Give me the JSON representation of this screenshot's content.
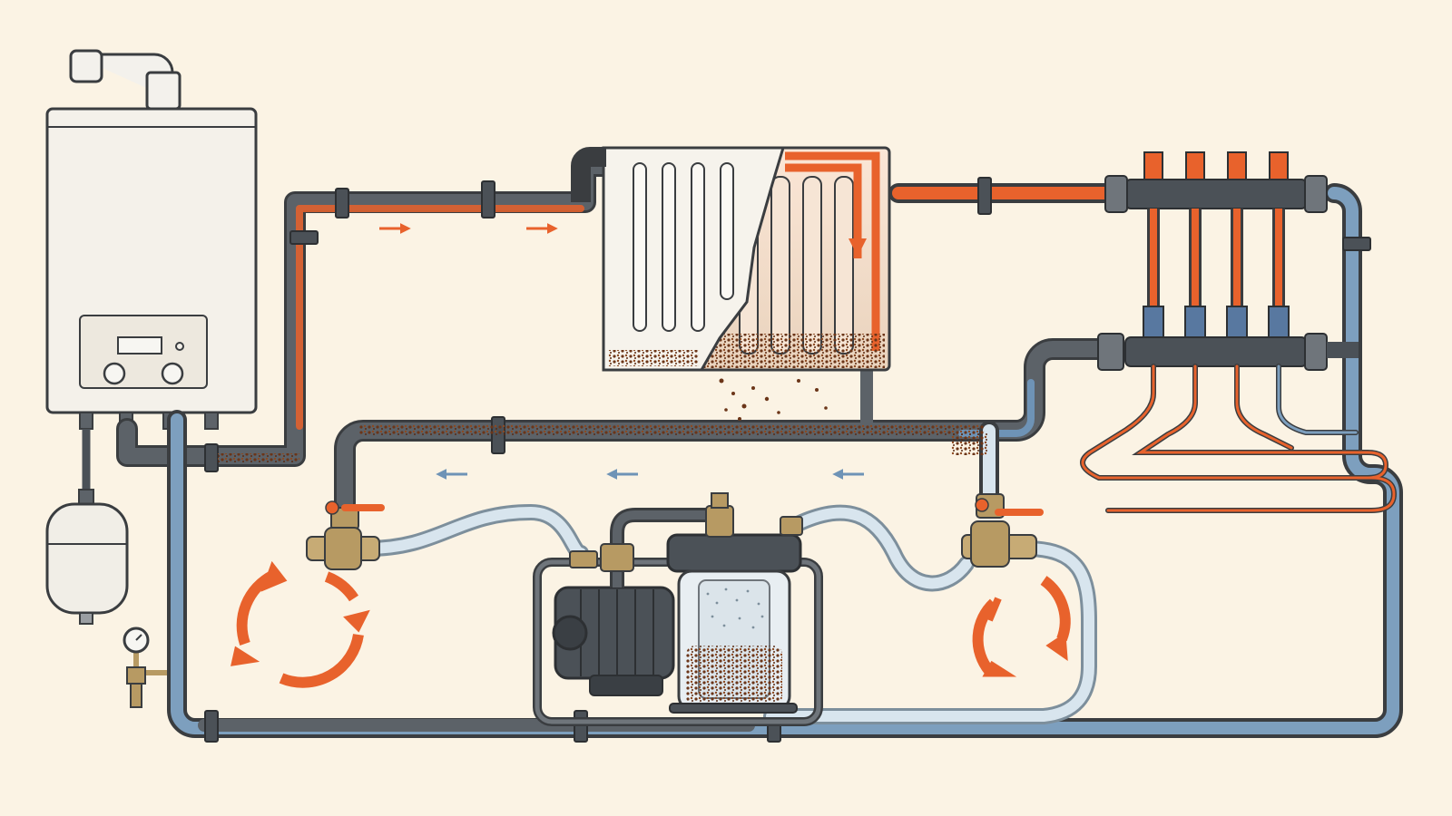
{
  "diagram": {
    "colors": {
      "background": "#fbf3e4",
      "pipe_dark": "#4b5157",
      "hot": "#e8622c",
      "cold": "#6e93b6",
      "hose": "#c9dbe8",
      "sludge": "#6b3518",
      "brass": "#b79a63",
      "appliance": "#f4f1ea",
      "outline": "#3a3d40"
    },
    "components": [
      {
        "id": "boiler",
        "icon": "wall-boiler-icon"
      },
      {
        "id": "boiler-display",
        "icon": "lcd-display-icon"
      },
      {
        "id": "expansion-vessel",
        "icon": "expansion-vessel-icon"
      },
      {
        "id": "pressure-gauge",
        "icon": "pressure-gauge-icon"
      },
      {
        "id": "radiator",
        "icon": "radiator-cutaway-icon"
      },
      {
        "id": "underfloor-manifold",
        "icon": "manifold-icon"
      },
      {
        "id": "underfloor-loop",
        "icon": "underfloor-heating-loop-icon"
      },
      {
        "id": "flush-pump",
        "icon": "pump-motor-icon"
      },
      {
        "id": "sludge-filter",
        "icon": "filter-canister-icon"
      },
      {
        "id": "left-isolation-valve",
        "icon": "ball-valve-icon"
      },
      {
        "id": "right-isolation-valve",
        "icon": "ball-valve-icon"
      }
    ],
    "flow_indicators": [
      {
        "id": "flow-arrow-1",
        "direction": "right",
        "temperature": "hot"
      },
      {
        "id": "flow-arrow-2",
        "direction": "right",
        "temperature": "hot"
      },
      {
        "id": "flow-arrow-3",
        "direction": "left",
        "temperature": "cold"
      },
      {
        "id": "flow-arrow-4",
        "direction": "left",
        "temperature": "cold"
      },
      {
        "id": "flow-arrow-5",
        "direction": "left",
        "temperature": "cold"
      },
      {
        "id": "radiator-internal-arrow",
        "direction": "down",
        "temperature": "hot"
      }
    ],
    "circulation_symbols": [
      {
        "id": "circulation-left",
        "icon": "circulation-arrows-icon"
      },
      {
        "id": "circulation-right",
        "icon": "circulation-arrows-icon"
      }
    ],
    "labels": []
  }
}
